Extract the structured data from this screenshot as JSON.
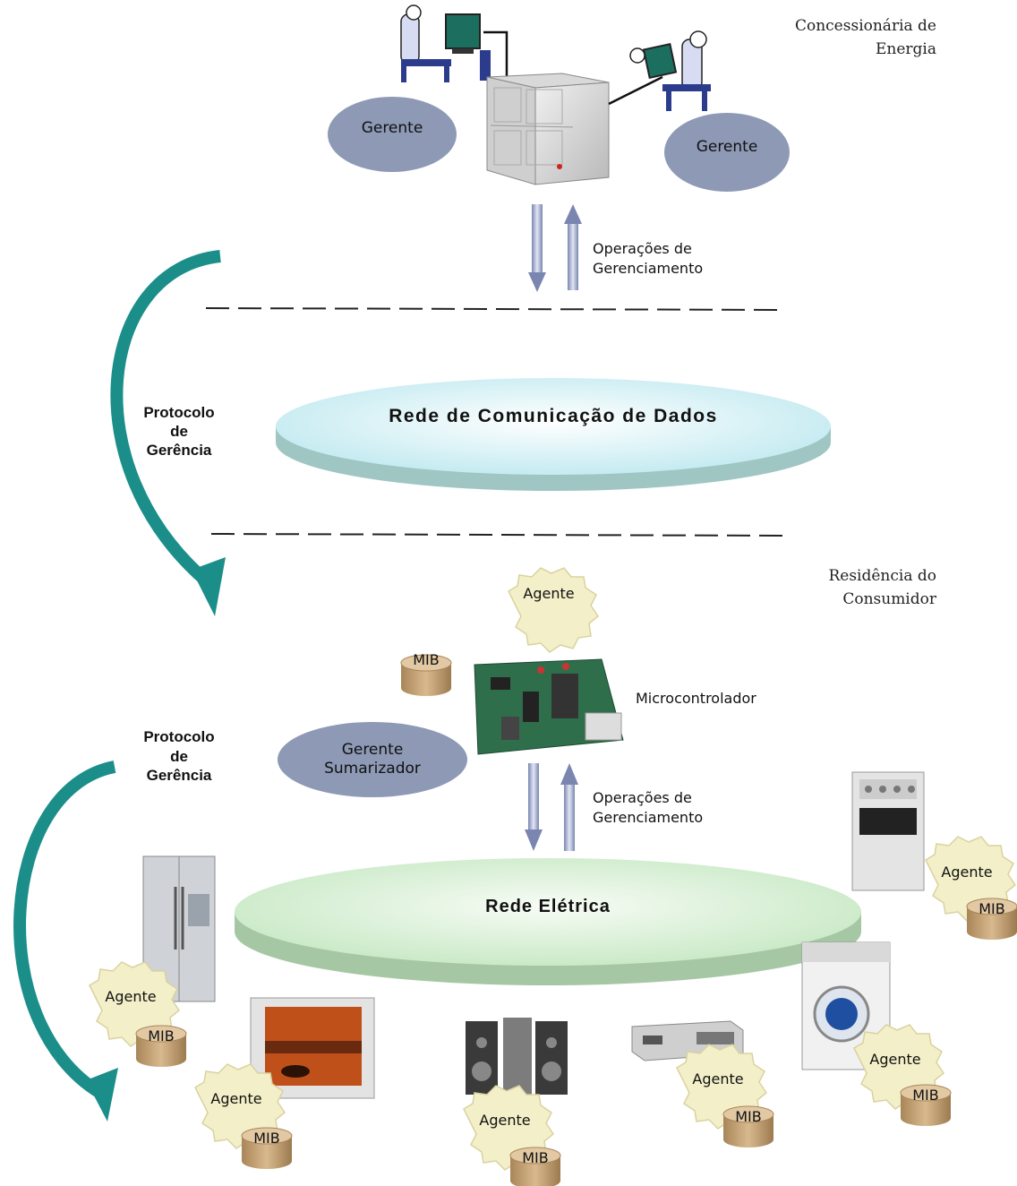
{
  "top": {
    "company_line1": "Concessionária de",
    "company_line2": "Energia",
    "manager_left": "Gerente",
    "manager_right": "Gerente",
    "ops_line1": "Operações de",
    "ops_line2": "Gerenciamento"
  },
  "network": {
    "data_network": "Rede de Comunicação de Dados",
    "electric_network": "Rede Elétrica"
  },
  "protocol": {
    "line1": "Protocolo",
    "line2": "de",
    "line3": "Gerência"
  },
  "residence": {
    "line1": "Residência do",
    "line2": "Consumidor",
    "agent": "Agente",
    "mib": "MIB",
    "microcontroller": "Microcontrolador",
    "summarizer_line1": "Gerente",
    "summarizer_line2": "Sumarizador",
    "ops_line1": "Operações de",
    "ops_line2": "Gerenciamento"
  },
  "appliances": {
    "agent": "Agente",
    "mib": "MIB"
  },
  "colors": {
    "ellipse_manager": "#8d99b5",
    "data_net_top": "#dff6fa",
    "data_net_side": "#9fc6c3",
    "electric_top": "#e1f3de",
    "electric_side": "#a6c7a3",
    "teal_arrow": "#1b8e8a",
    "gear": "#f3efc8",
    "mib": "#c9a67a"
  }
}
